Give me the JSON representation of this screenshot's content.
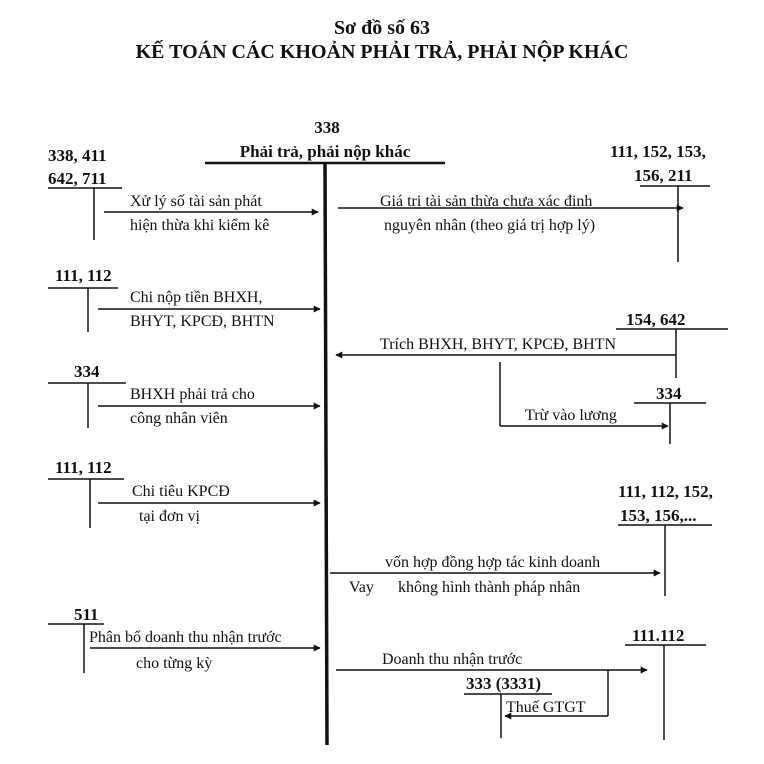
{
  "header": {
    "subtitle": "Sơ đồ số 63",
    "title": "KẾ TOÁN CÁC KHOẢN PHẢI TRẢ, PHẢI NỘP KHÁC"
  },
  "main_account": {
    "code": "338",
    "name": "Phải trả, phải nộp khác"
  },
  "left_accounts": {
    "a1_line1": "338, 411",
    "a1_line2": "642, 711",
    "a2": "111, 112",
    "a3": "334",
    "a4": "111, 112",
    "a5": "511"
  },
  "right_accounts": {
    "r1_line1": "111, 152, 153,",
    "r1_line2": "156, 211",
    "r2": "154, 642",
    "r3": "334",
    "r4_line1": "111, 112, 152,",
    "r4_line2": "153, 156,...",
    "r5": "111.112",
    "r6": "333 (3331)"
  },
  "labels": {
    "l1_line1": "Xử lý số tài sản phát",
    "l1_line2": "hiện thừa khi kiểm kê",
    "l2_line1": "Chi nộp tiền BHXH,",
    "l2_line2": "BHYT, KPCĐ, BHTN",
    "l3_line1": "BHXH phải trả cho",
    "l3_line2": "công nhân viên",
    "l4_line1": "Chi tiêu KPCĐ",
    "l4_line2": "tại đơn vị",
    "l5_line1": "Phân bổ doanh thu nhận trước",
    "l5_line2": "cho từng kỳ",
    "r1_line1": "Giá trị tài sản thừa chưa xác định",
    "r1_line2": "nguyên nhân (theo giá trị hợp lý)",
    "r2": "Trích BHXH, BHYT, KPCĐ, BHTN",
    "r3": "Trừ vào lương",
    "r4_line1": "vốn hợp đồng hợp tác kinh doanh",
    "r4_prefix": "Vay",
    "r4_line2": "không hình thành pháp nhân",
    "r5": "Doanh thu nhận trước",
    "r6": "Thuế GTGT"
  }
}
